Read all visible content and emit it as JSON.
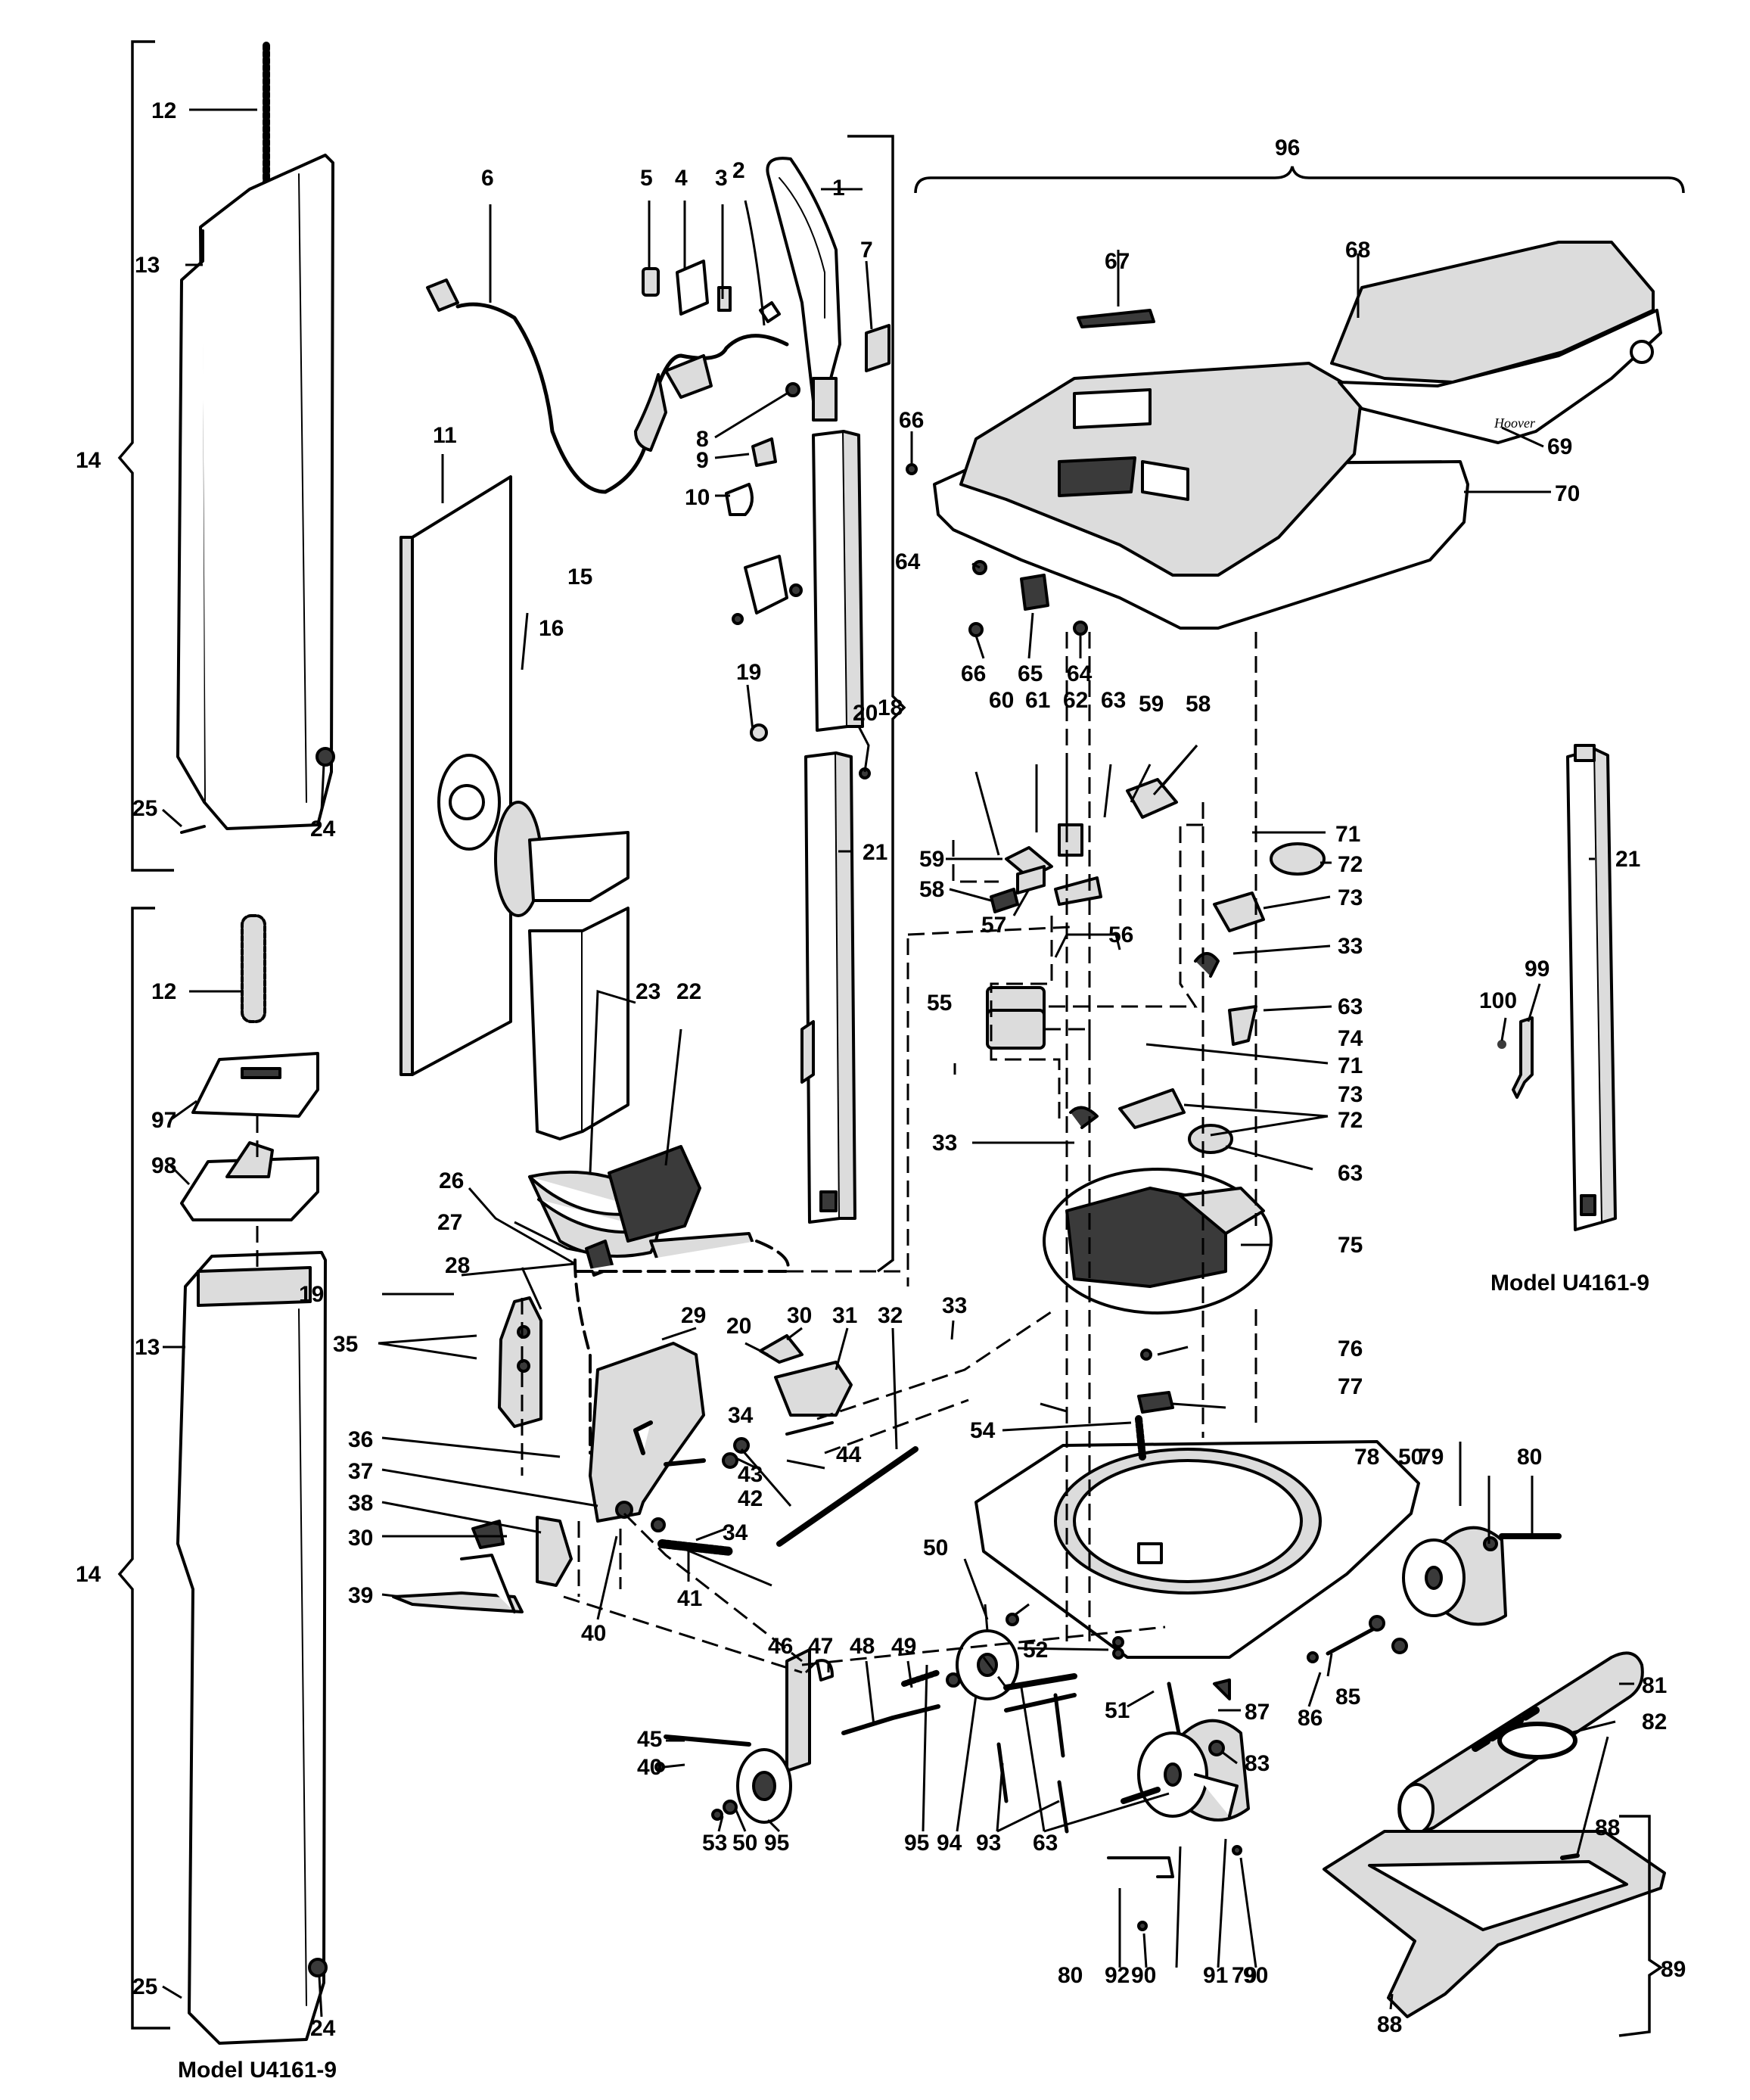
{
  "model_labels": {
    "left": "Model U4161-9",
    "right": "Model U4161-9"
  },
  "callouts": {
    "c1": "1",
    "c2": "2",
    "c3": "3",
    "c4": "4",
    "c5": "5",
    "c6": "6",
    "c7": "7",
    "c8": "8",
    "c9": "9",
    "c10": "10",
    "c11": "11",
    "c12a": "12",
    "c12b": "12",
    "c13a": "13",
    "c13b": "13",
    "c14a": "14",
    "c14b": "14",
    "c15": "15",
    "c16": "16",
    "c18": "18",
    "c19a": "19",
    "c19b": "19",
    "c20a": "20",
    "c20b": "20",
    "c21a": "21",
    "c21b": "21",
    "c22": "22",
    "c23": "23",
    "c24a": "24",
    "c24b": "24",
    "c25a": "25",
    "c25b": "25",
    "c26": "26",
    "c27": "27",
    "c28": "28",
    "c29": "29",
    "c30a": "30",
    "c30b": "30",
    "c31": "31",
    "c32": "32",
    "c33a": "33",
    "c33b": "33",
    "c33c": "33",
    "c34a": "34",
    "c34b": "34",
    "c35": "35",
    "c36": "36",
    "c37": "37",
    "c38": "38",
    "c39": "39",
    "c40a": "40",
    "c40b": "40",
    "c41": "41",
    "c42": "42",
    "c43": "43",
    "c44": "44",
    "c45": "45",
    "c46": "46",
    "c47": "47",
    "c48": "48",
    "c49": "49",
    "c50a": "50",
    "c50b": "50",
    "c50c": "50",
    "c51": "51",
    "c52": "52",
    "c53": "53",
    "c54": "54",
    "c55": "55",
    "c56a": "56",
    "c57": "57",
    "c58a": "58",
    "c58b": "58",
    "c59a": "59",
    "c59b": "59",
    "c60": "60",
    "c61": "61",
    "c62": "62",
    "c63a": "63",
    "c63b": "63",
    "c63c": "63",
    "c63d": "63",
    "c64a": "64",
    "c64b": "64",
    "c65": "65",
    "c66a": "66",
    "c66b": "66",
    "c67": "67",
    "c68": "68",
    "c69": "69",
    "c70": "70",
    "c71a": "71",
    "c71b": "71",
    "c72a": "72",
    "c72b": "72",
    "c73a": "73",
    "c73b": "73",
    "c74": "74",
    "c75": "75",
    "c76": "76",
    "c77": "77",
    "c78": "78",
    "c79a": "79",
    "c79b": "79",
    "c80a": "80",
    "c80b": "80",
    "c81": "81",
    "c82": "82",
    "c83": "83",
    "c85": "85",
    "c86": "86",
    "c87": "87",
    "c88a": "88",
    "c88b": "88",
    "c89": "89",
    "c90a": "90",
    "c90b": "90",
    "c91": "91",
    "c92": "92",
    "c93": "93",
    "c94": "94",
    "c95a": "95",
    "c95b": "95",
    "c96": "96",
    "c97": "97",
    "c98": "98",
    "c99": "99",
    "c100": "100"
  },
  "brand_mark_text": "Hoover"
}
